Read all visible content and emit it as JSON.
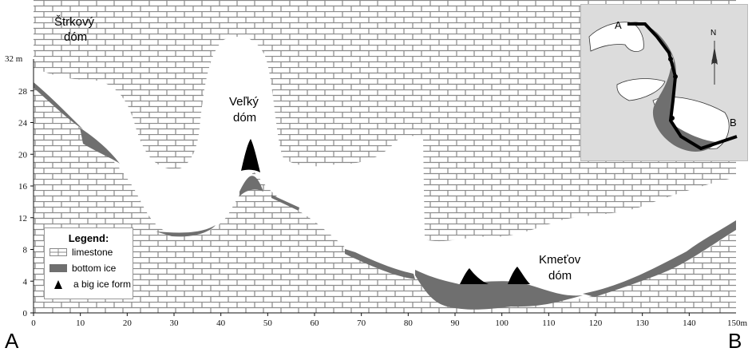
{
  "chart_data": {
    "type": "diagram",
    "y_unit_label": "32 m",
    "x_unit_label": "150m",
    "y_ticks": [
      "28",
      "24",
      "20",
      "16",
      "12",
      "8",
      "4",
      "0"
    ],
    "x_ticks": [
      "0",
      "10",
      "20",
      "30",
      "40",
      "50",
      "60",
      "70",
      "80",
      "90",
      "100",
      "110",
      "120",
      "130",
      "140"
    ],
    "ylim": [
      0,
      32
    ],
    "xlim": [
      0,
      150
    ],
    "floor_profile": [
      [
        0,
        29
      ],
      [
        5,
        27.5
      ],
      [
        10,
        24
      ],
      [
        15,
        21
      ],
      [
        20,
        17
      ],
      [
        25,
        11.5
      ],
      [
        30,
        10
      ],
      [
        35,
        9.8
      ],
      [
        40,
        11
      ],
      [
        44,
        14
      ],
      [
        47,
        17.5
      ],
      [
        50,
        15
      ],
      [
        55,
        13
      ],
      [
        60,
        10.5
      ],
      [
        65,
        8
      ],
      [
        70,
        6.5
      ],
      [
        75,
        5.5
      ],
      [
        80,
        4.5
      ],
      [
        85,
        2.5
      ],
      [
        90,
        1.5
      ],
      [
        95,
        1.2
      ],
      [
        100,
        1
      ],
      [
        105,
        1.2
      ],
      [
        110,
        1.5
      ],
      [
        115,
        2
      ],
      [
        120,
        2.5
      ],
      [
        125,
        4.5
      ],
      [
        130,
        5.5
      ],
      [
        135,
        7
      ],
      [
        140,
        8.5
      ],
      [
        145,
        9.5
      ],
      [
        150,
        11.5
      ]
    ]
  },
  "labels": {
    "dome1_line1": "Štrkový",
    "dome1_line2": "dóm",
    "dome2_line1": "Veľký",
    "dome2_line2": "dóm",
    "dome3_line1": "Kmeťov",
    "dome3_line2": "dóm",
    "point_a": "A",
    "point_b": "B"
  },
  "legend": {
    "title": "Legend:",
    "items": [
      {
        "label": "limestone",
        "icon": "limestone-swatch"
      },
      {
        "label": "bottom ice",
        "icon": "ice-swatch"
      },
      {
        "label": "a big ice form",
        "icon": "triangle-icon"
      }
    ]
  },
  "inset": {
    "point_a": "A",
    "point_b": "B",
    "north": "N"
  },
  "colors": {
    "limestone_line": "#8a8a8a",
    "bottom_ice": "#6f6f6f",
    "big_ice_form": "#000000",
    "inset_bg": "#dcdcdc"
  }
}
